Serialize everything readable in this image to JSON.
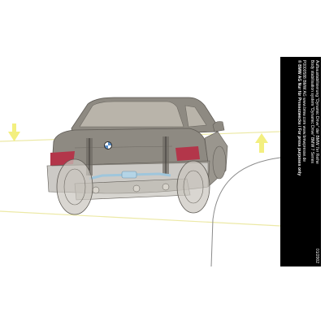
{
  "caption": {
    "title_de": "Aufbaustabilisierung \"Dynamic Drive\" der BMW 7er Reihe",
    "title_en": "Body stabilisation system \"Dynamic Drive\" BMW 7 Series",
    "ref_line": "P0000588  BMW AG  www.bmw.com  www.bmwpresse.de",
    "copyright": "© BMW AG  Nur für Pressezwecke / For press purposes only",
    "date": "01/2002"
  },
  "colors": {
    "car_body": "#8e8a82",
    "car_glass": "#b9b4aa",
    "arrow_fill": "#f3ef7f",
    "guide_lines": "#ece9a6",
    "stabiliser": "#9fc6dc",
    "tail_lights": "#b3364a",
    "caption_bg": "#000000"
  },
  "icons": [
    "arrow-down-icon",
    "arrow-up-icon",
    "bmw-roundel-icon"
  ]
}
